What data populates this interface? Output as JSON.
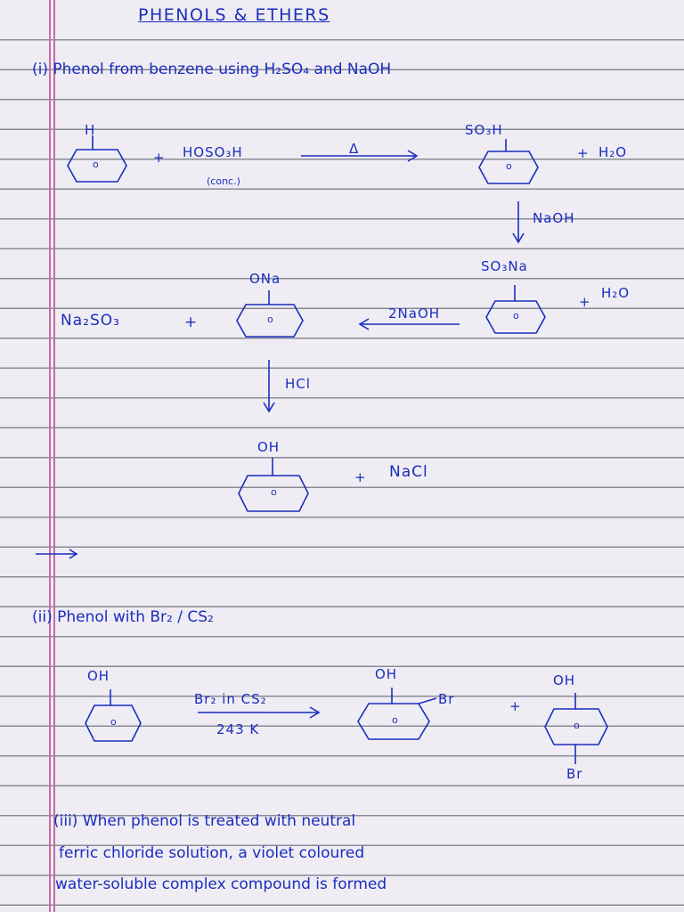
{
  "page": {
    "title": "PHENOLS & ETHERS",
    "section1": {
      "heading": "(i) Phenol from benzene using H₂SO₄ and NaOH",
      "benzene_sub": "H",
      "plus1": "+",
      "reagent": "HOSO₃H",
      "reagent_note": "(conc.)",
      "arrow1_label": "Δ",
      "product1_sub": "SO₃H",
      "plus2": "+",
      "byproduct1": "H₂O",
      "arrow2_label": "NaOH",
      "product2_sub": "SO₃Na",
      "plus3": "+",
      "byproduct2": "H₂O",
      "arrow3_label": "2NaOH",
      "salt": "Na₂SO₃",
      "plus4": "+",
      "product3_sub": "ONa",
      "arrow4_label": "HCl",
      "product4_sub": "OH",
      "plus5": "+",
      "byproduct3": "NaCl",
      "ring_label": "o"
    },
    "section2": {
      "heading": "(ii) Phenol with Br₂ / CS₂",
      "phenol_sub": "OH",
      "arrow_label_top": "Br₂ in CS₂",
      "arrow_label_bottom": "243 K",
      "product1_sub": "OH",
      "product1_br": "Br",
      "plus": "+",
      "product2_sub": "OH",
      "product2_br": "Br"
    },
    "section3": {
      "line1": "(iii) When phenol is treated with neutral",
      "line2": "ferric chloride solution, a violet coloured",
      "line3": "water-soluble complex compound is formed"
    }
  }
}
